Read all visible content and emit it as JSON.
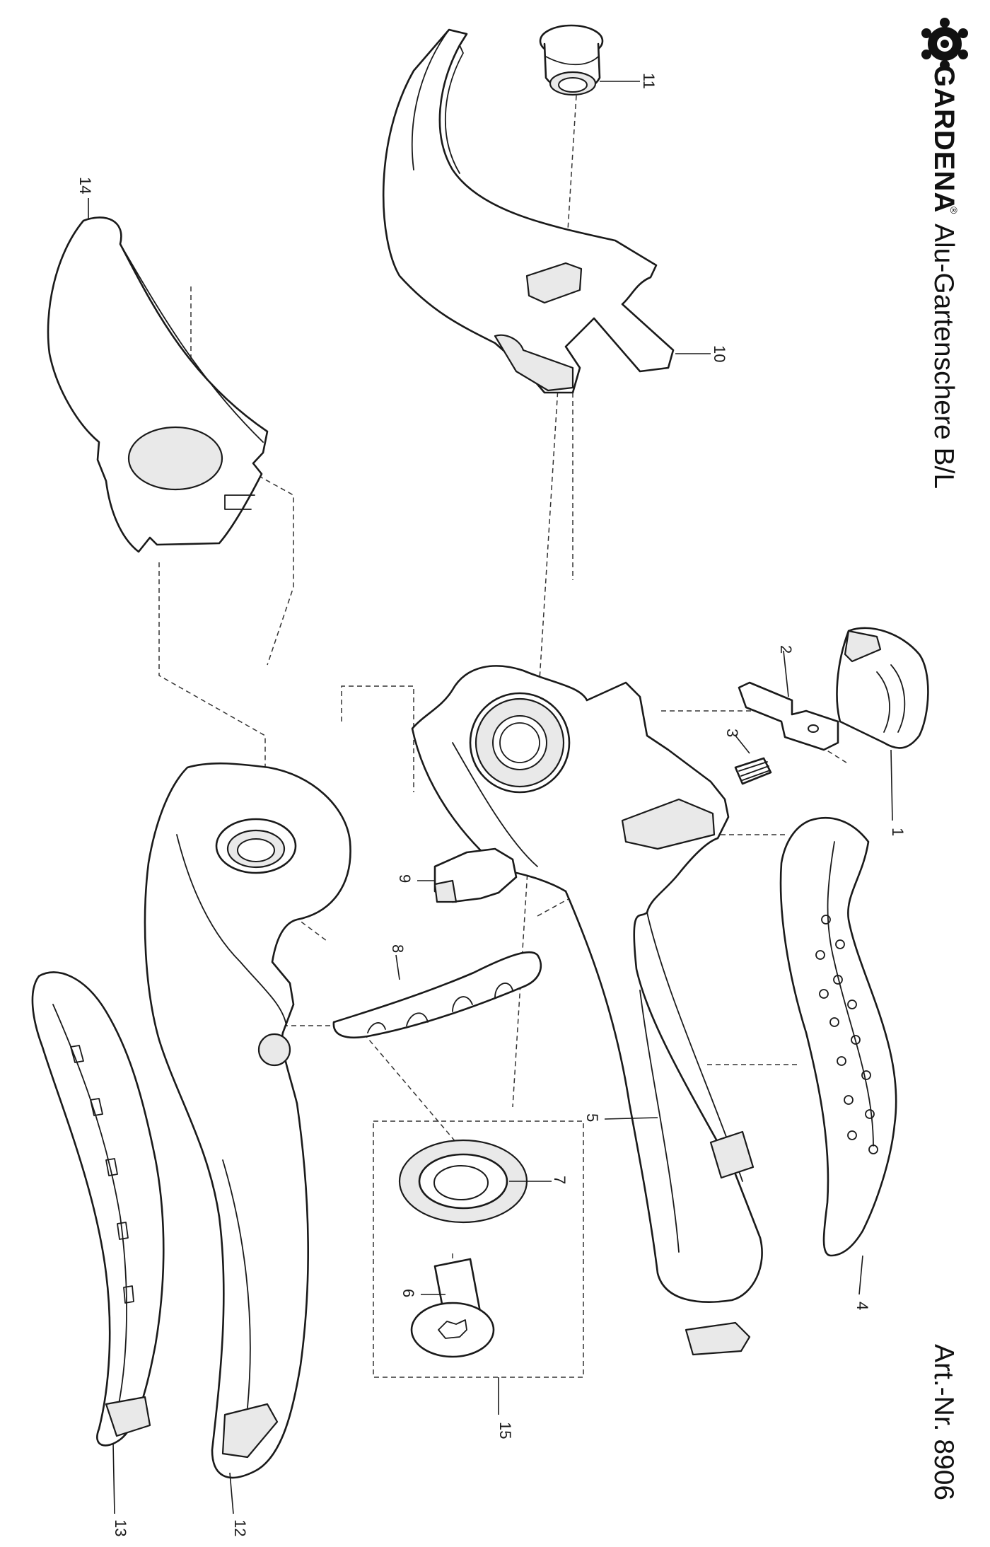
{
  "header": {
    "brand": "GARDENA",
    "registered_mark": "®",
    "product_title": "Alu-Gartenschere B/L",
    "article_number": "Art.-Nr. 8906"
  },
  "logo": {
    "icon": "gardena-logo-icon"
  },
  "callouts": [
    "1",
    "2",
    "3",
    "4",
    "5",
    "6",
    "7",
    "8",
    "9",
    "10",
    "11",
    "12",
    "13",
    "14",
    "15"
  ],
  "colors": {
    "line": "#1a1a1a",
    "background": "#ffffff"
  }
}
